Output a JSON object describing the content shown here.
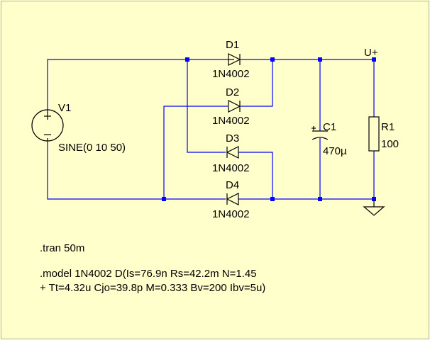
{
  "components": {
    "V1": {
      "ref": "V1",
      "value": "SINE(0 10 50)"
    },
    "D1": {
      "ref": "D1",
      "value": "1N4002"
    },
    "D2": {
      "ref": "D2",
      "value": "1N4002"
    },
    "D3": {
      "ref": "D3",
      "value": "1N4002"
    },
    "D4": {
      "ref": "D4",
      "value": "1N4002"
    },
    "C1": {
      "ref": "C1",
      "value": "470µ"
    },
    "R1": {
      "ref": "R1",
      "value": "100"
    }
  },
  "net_labels": {
    "output": "U+"
  },
  "directives": {
    "tran": ".tran 50m",
    "model_line1": ".model 1N4002 D(Is=76.9n Rs=42.2m N=1.45",
    "model_line2": "+ Tt=4.32u Cjo=39.8p M=0.333 Bv=200 Ibv=5u)"
  },
  "colors": {
    "background": "#ffffcc",
    "wire": "#0000ff",
    "component": "#000000"
  }
}
